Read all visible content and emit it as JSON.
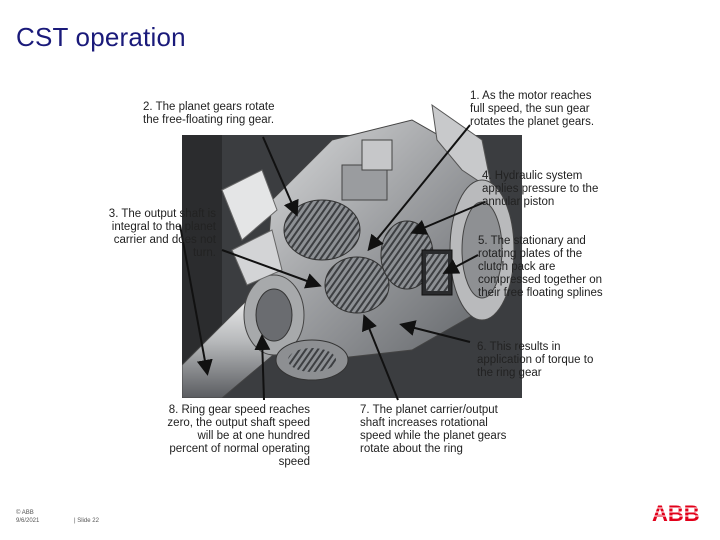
{
  "slide": {
    "title": "CST operation"
  },
  "callouts": {
    "c1": "1. As the motor reaches\nfull speed, the sun gear\nrotates the planet gears.",
    "c2": "2. The planet gears rotate\nthe free-floating ring gear.",
    "c3": "3. The output shaft is\nintegral to the planet\ncarrier and does not\nturn.",
    "c4": "4. Hydraulic system\napplies pressure to the\nannular piston",
    "c5": "5. The stationary and\nrotating plates of the\nclutch pack are\ncompressed together on\ntheir free floating splines",
    "c6": "6. This results in\napplication of torque to\nthe ring gear",
    "c7": "7. The planet carrier/output\nshaft increases rotational\nspeed while the planet gears\nrotate about the ring",
    "c8": "8. Ring gear speed reaches\nzero, the output shaft speed\nwill be at one hundred\npercent of normal operating\nspeed"
  },
  "footer": {
    "copyright": "© ABB",
    "date": "9/6/2021",
    "slide_label": "| Slide 22"
  },
  "logo": {
    "text": "ABB",
    "color": "#e2001a"
  },
  "colors": {
    "title": "#1a1a7a",
    "arrow": "#111111"
  }
}
